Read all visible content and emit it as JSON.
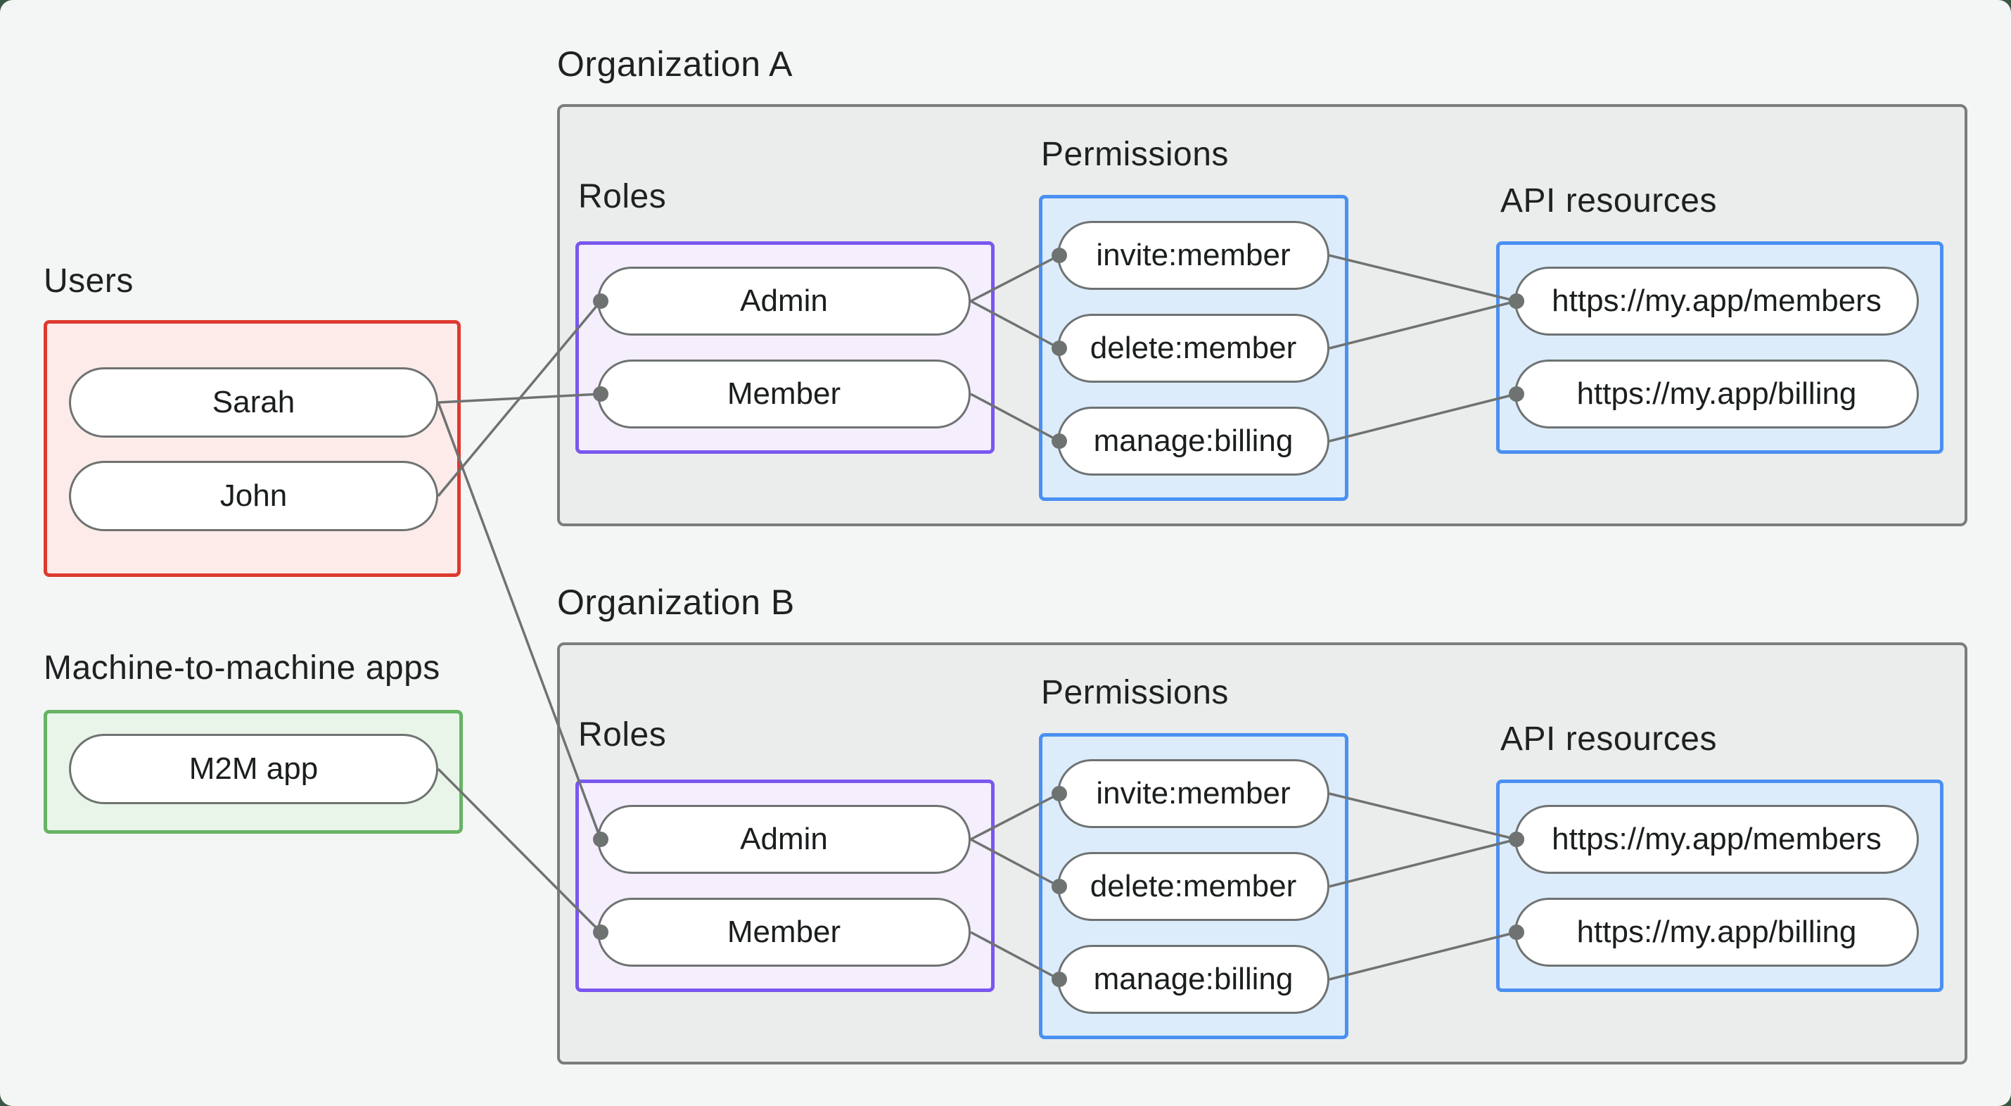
{
  "colors": {
    "canvas_bg": "#f4f6f5",
    "users_accent": "#dd3a30",
    "m2m_accent": "#66b364",
    "roles_accent": "#7a57f0",
    "permissions_accent": "#4a90f2",
    "org_box": "#797e7d",
    "edge": "#6e7372"
  },
  "users_panel": {
    "title": "Users",
    "items": [
      "Sarah",
      "John"
    ]
  },
  "m2m_panel": {
    "title": "Machine-to-machine apps",
    "items": [
      "M2M app"
    ]
  },
  "org_a": {
    "title": "Organization A",
    "roles_label": "Roles",
    "roles": [
      "Admin",
      "Member"
    ],
    "permissions_label": "Permissions",
    "permissions": [
      "invite:member",
      "delete:member",
      "manage:billing"
    ],
    "api_label": "API resources",
    "api_resources": [
      "https://my.app/members",
      "https://my.app/billing"
    ]
  },
  "org_b": {
    "title": "Organization B",
    "roles_label": "Roles",
    "roles": [
      "Admin",
      "Member"
    ],
    "permissions_label": "Permissions",
    "permissions": [
      "invite:member",
      "delete:member",
      "manage:billing"
    ],
    "api_label": "API resources",
    "api_resources": [
      "https://my.app/members",
      "https://my.app/billing"
    ]
  },
  "edges": [
    {
      "from": "sarah",
      "to": "member-a"
    },
    {
      "from": "sarah",
      "to": "admin-b"
    },
    {
      "from": "john",
      "to": "admin-a"
    },
    {
      "from": "m2m",
      "to": "member-b"
    },
    {
      "from": "admin-a",
      "to": "invite-a"
    },
    {
      "from": "admin-a",
      "to": "delete-a"
    },
    {
      "from": "member-a",
      "to": "manage-a"
    },
    {
      "from": "invite-a",
      "to": "members-a"
    },
    {
      "from": "delete-a",
      "to": "members-a"
    },
    {
      "from": "manage-a",
      "to": "billing-a"
    },
    {
      "from": "admin-b",
      "to": "invite-b"
    },
    {
      "from": "admin-b",
      "to": "delete-b"
    },
    {
      "from": "member-b",
      "to": "manage-b"
    },
    {
      "from": "invite-b",
      "to": "members-b"
    },
    {
      "from": "delete-b",
      "to": "members-b"
    },
    {
      "from": "manage-b",
      "to": "billing-b"
    }
  ]
}
